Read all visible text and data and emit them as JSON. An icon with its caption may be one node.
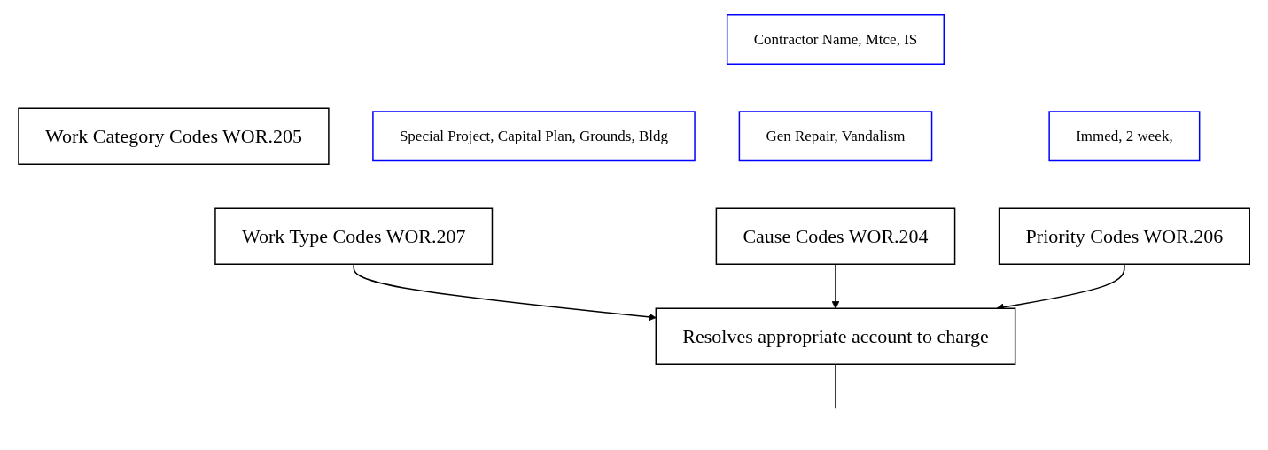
{
  "diagram": {
    "nodes": [
      {
        "text": [
          "Work Category Codes WOR.205"
        ]
      },
      {
        "text": [
          "Contractor Name, Mtce, IS"
        ]
      },
      {
        "text": [
          "Special Project, Capital Plan, Grounds, Bldg"
        ]
      },
      {
        "text": [
          "Work Type Codes WOR.207"
        ]
      },
      {
        "text": [
          "Gen Repair, Vandalism"
        ]
      },
      {
        "text": [
          "Cause Codes WOR.204"
        ]
      },
      {
        "text": [
          "Immed, 2 week,"
        ]
      },
      {
        "text": [
          "Priority Codes WOR.206"
        ]
      },
      {
        "text": [
          "Resolves appropriate account to charge"
        ]
      }
    ],
    "edges": [
      {
        "from": 3,
        "to": 8,
        "arrow": "to"
      },
      {
        "from": 5,
        "to": 8,
        "arrow": "to"
      },
      {
        "from": 7,
        "to": 8,
        "arrow": "to"
      },
      {
        "from": 8,
        "to": null,
        "arrow": "none"
      }
    ]
  }
}
